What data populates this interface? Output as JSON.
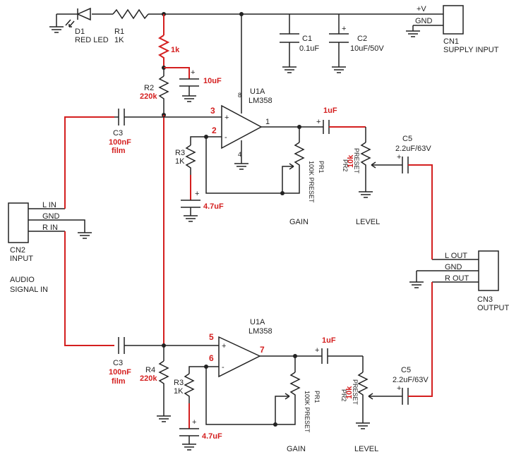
{
  "supply": {
    "d1_ref": "D1",
    "d1_val": "RED LED",
    "r1_ref": "R1",
    "r1_val": "1K",
    "c1_ref": "C1",
    "c1_val": "0.1uF",
    "c2_ref": "C2",
    "c2_val": "10uF/50V",
    "cn1_pin_v": "+V",
    "cn1_pin_gnd": "GND",
    "cn1_ref": "CN1",
    "cn1_desc": "SUPPLY INPUT"
  },
  "bias": {
    "r_top_val": "1k",
    "c_bias_val": "10uF",
    "r2_ref": "R2",
    "r2_val": "220k",
    "r4_ref": "R4",
    "r4_val": "220k"
  },
  "input_conn": {
    "pin_l": "L IN",
    "pin_gnd": "GND",
    "pin_r": "R IN",
    "ref": "CN2",
    "label": "INPUT",
    "desc_1": "AUDIO",
    "desc_2": "SIGNAL IN"
  },
  "output_conn": {
    "pin_l": "L OUT",
    "pin_gnd": "GND",
    "pin_r": "R OUT",
    "ref": "CN3",
    "label": "OUTPUT"
  },
  "top_channel": {
    "opamp_ref": "U1A",
    "opamp_part": "LM358",
    "pin_in_plus": "3",
    "pin_in_minus": "2",
    "pin_out": "1",
    "pin_vcc": "8",
    "pin_gnd": "4",
    "c3_ref": "C3",
    "c3_val": "100nF",
    "c3_type": "film",
    "r3_ref": "R3",
    "r3_val": "1K",
    "c_fb_val": "4.7uF",
    "pr1_val": "100K PRESET",
    "pr1_ref": "PR1",
    "c_out_val": "1uF",
    "pr2_ref": "PR2",
    "pr2_val": "10k",
    "pr2_type": "PRESET",
    "c5_ref": "C5",
    "c5_val": "2.2uF/63V",
    "gain_label": "GAIN",
    "level_label": "LEVEL"
  },
  "bottom_channel": {
    "opamp_ref": "U1A",
    "opamp_part": "LM358",
    "pin_in_plus": "5",
    "pin_in_minus": "6",
    "pin_out": "7",
    "c3_ref": "C3",
    "c3_val": "100nF",
    "c3_type": "film",
    "r3_ref": "R3",
    "r3_val": "1K",
    "c_fb_val": "4.7uF",
    "pr1_val": "100K PRESET",
    "pr1_ref": "PR1",
    "c_out_val": "1uF",
    "pr2_ref": "PR2",
    "pr2_val": "10k",
    "pr2_type": "PRESET",
    "c5_ref": "C5",
    "c5_val": "2.2uF/63V",
    "gain_label": "GAIN",
    "level_label": "LEVEL"
  },
  "colors": {
    "wire": "#222222",
    "modified": "#d41f1f"
  }
}
